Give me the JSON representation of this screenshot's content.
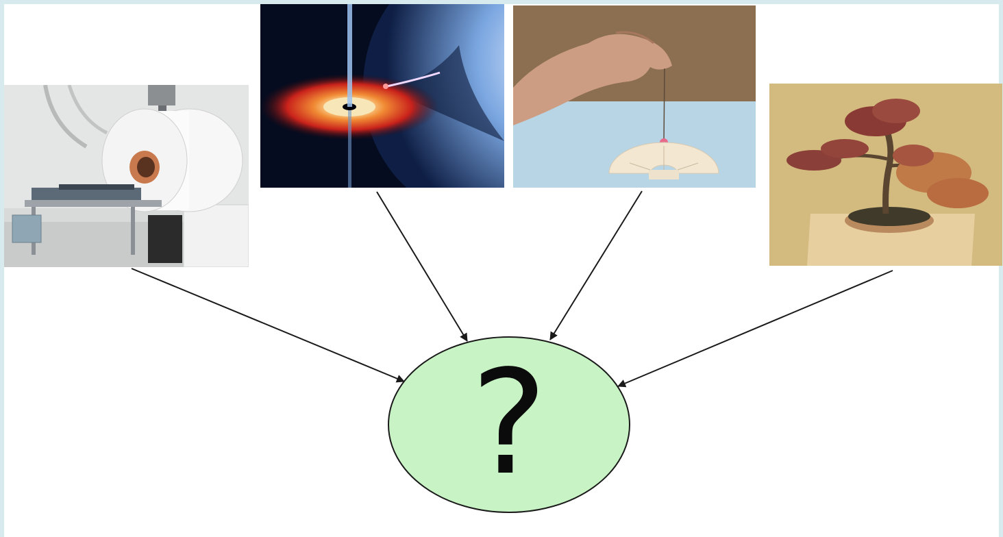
{
  "diagram": {
    "center_node": {
      "label": "?",
      "fill": "#c8f3c4",
      "stroke": "#1a1a1a"
    },
    "arrow_color": "#1a1a1a",
    "images": [
      {
        "name": "mri-scanner-photo",
        "icon": "mri-machine"
      },
      {
        "name": "black-hole-accretion-disk-illustration",
        "icon": "black-hole"
      },
      {
        "name": "hand-pendulum-protractor-photo",
        "icon": "pendulum"
      },
      {
        "name": "bonsai-tree-photo",
        "icon": "bonsai-tree"
      }
    ]
  }
}
